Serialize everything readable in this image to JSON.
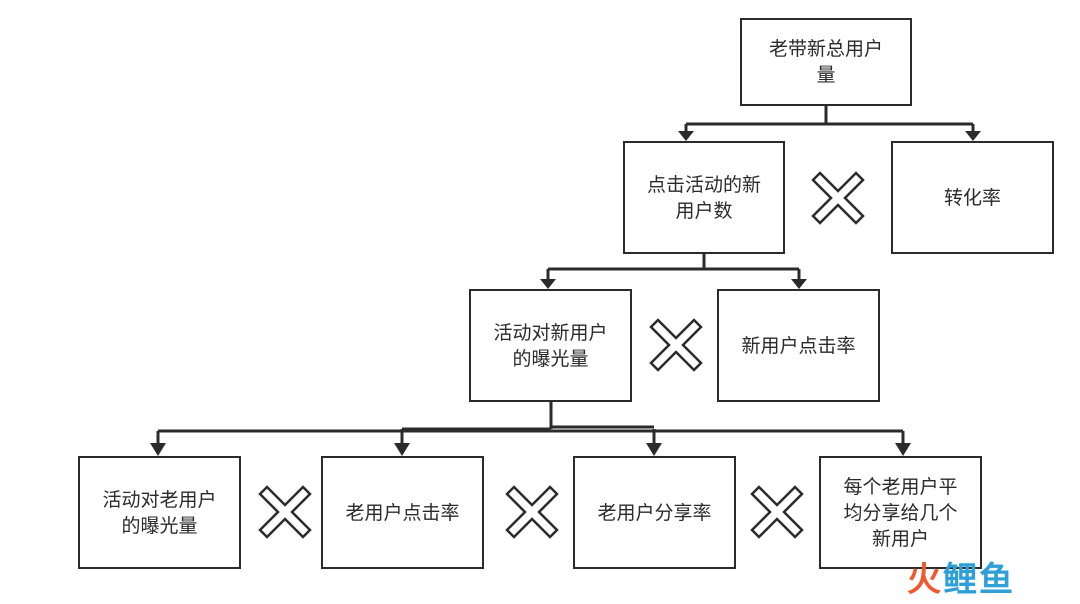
{
  "nodes": {
    "root": "老带新总用户\n量",
    "click_new_users": "点击活动的新\n用户数",
    "conversion": "转化率",
    "exposure_new": "活动对新用户\n的曝光量",
    "new_click_rate": "新用户点击率",
    "exposure_old": "活动对老用户\n的曝光量",
    "old_click_rate": "老用户点击率",
    "old_share_rate": "老用户分享率",
    "avg_share": "每个老用户平\n均分享给几个\n新用户"
  },
  "operator": "multiply",
  "colors": {
    "stroke": "#2b2b2b",
    "watermark_orange": "#f0582e",
    "watermark_blue": "#2f9fd8"
  },
  "watermark": {
    "first": "火",
    "rest": "鲤鱼"
  }
}
